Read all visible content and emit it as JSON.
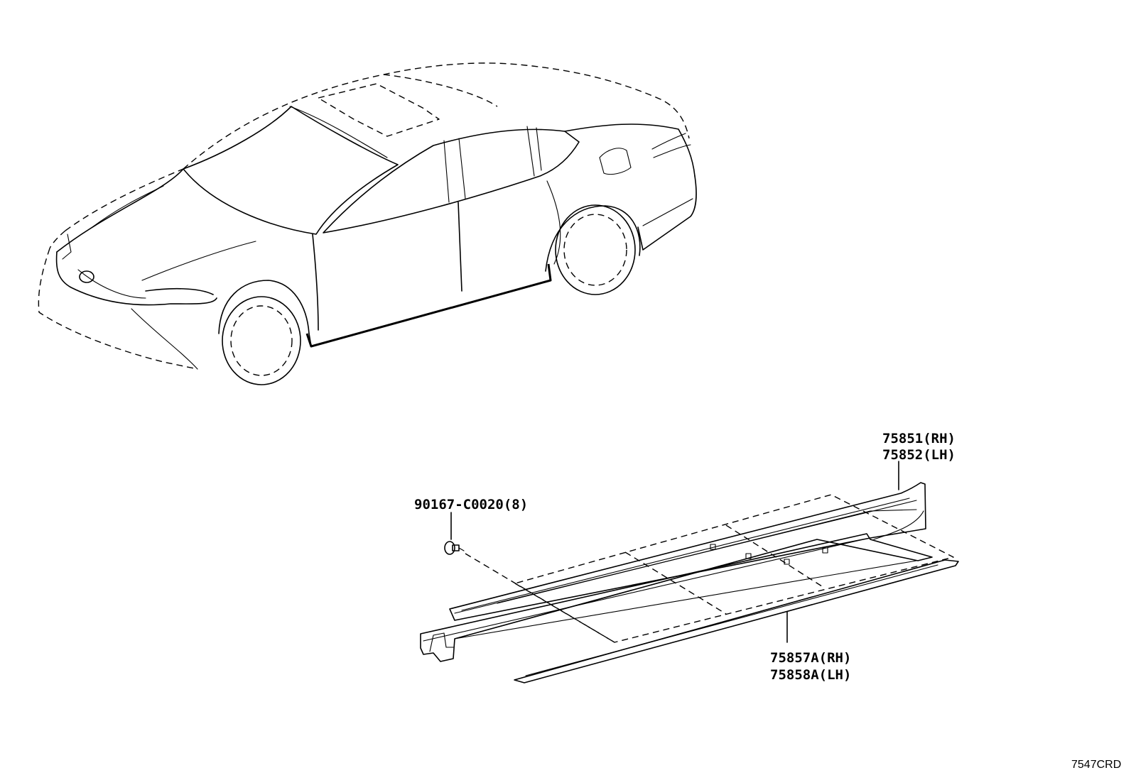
{
  "diagram": {
    "illustration_code": "7547CRD",
    "callouts": [
      {
        "id": "side-skirt",
        "lines": [
          "75851(RH)",
          "75852(LH)"
        ]
      },
      {
        "id": "clip",
        "lines": [
          "90167-C0020(8)"
        ]
      },
      {
        "id": "skirt-extension",
        "lines": [
          "75857A(RH)",
          "75858A(LH)"
        ]
      }
    ]
  }
}
